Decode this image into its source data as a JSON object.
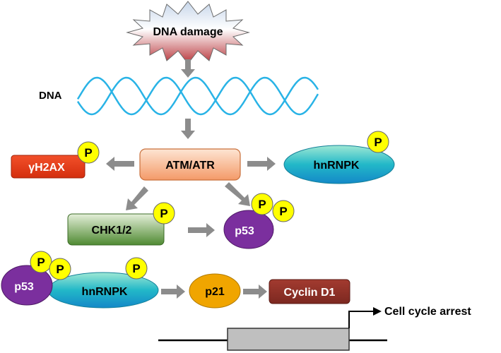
{
  "title": "DNA damage",
  "dna_label": "DNA",
  "nodes": {
    "atm": "ATM/ATR",
    "h2ax": "γH2AX",
    "hnrnpk_top": "hnRNPK",
    "chk": "CHK1/2",
    "p53_mid": "p53",
    "p53_bottom": "p53",
    "hnrnpk_bottom": "hnRNPK",
    "p21": "p21",
    "cyclin": "Cyclin D1",
    "arrest": "Cell cycle arrest"
  },
  "phospho": "P",
  "colors": {
    "starburst_top": "#9fb8d8",
    "starburst_bottom": "#b8353a",
    "dna_strand": "#29b3e6",
    "arrow": "#8c8c8c",
    "atm_fill": "#f7b88f",
    "h2ax_fill": "#e8401c",
    "hnrnpk_fill": "#1fb5c8",
    "chk_fill": "#6a9a4b",
    "p53_fill": "#7b2f9e",
    "p21_fill": "#f0a500",
    "cyclin_fill": "#8e3128",
    "phospho_fill": "#ffff00",
    "gene_box": "#bfbfbf"
  }
}
